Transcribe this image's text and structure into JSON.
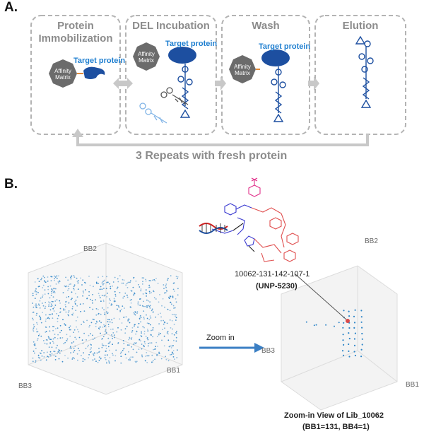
{
  "panel_a": {
    "label": "A.",
    "steps": [
      {
        "title_line1": "Protein",
        "title_line2": "Immobilization"
      },
      {
        "title_line1": "DEL Incubation",
        "title_line2": ""
      },
      {
        "title_line1": "Wash",
        "title_line2": ""
      },
      {
        "title_line1": "Elution",
        "title_line2": ""
      }
    ],
    "target_label": "Target protein",
    "matrix_line1": "Affinity",
    "matrix_line2": "Matrix",
    "repeat_text": "3 Repeats with fresh protein",
    "colors": {
      "protein": "#1d4fa0",
      "matrix": "#666666",
      "target_text": "#1f7fd0"
    }
  },
  "panel_b": {
    "label": "B.",
    "left_axes": {
      "top": "BB2",
      "left": "BB3",
      "right": "BB1"
    },
    "right_axes": {
      "top": "BB2",
      "left": "BB3",
      "right": "BB1"
    },
    "zoom_label": "Zoom in",
    "compound_id": "10062-131-142-107-1",
    "compound_name": "(UNP-5230)",
    "caption_line1": "Zoom-in View of Lib_10062",
    "caption_line2": "(BB1=131, BB4=1)",
    "colors": {
      "dots": "#2f86c8",
      "arrow": "#3b7fc4",
      "highlight": "#d94a4a"
    }
  }
}
